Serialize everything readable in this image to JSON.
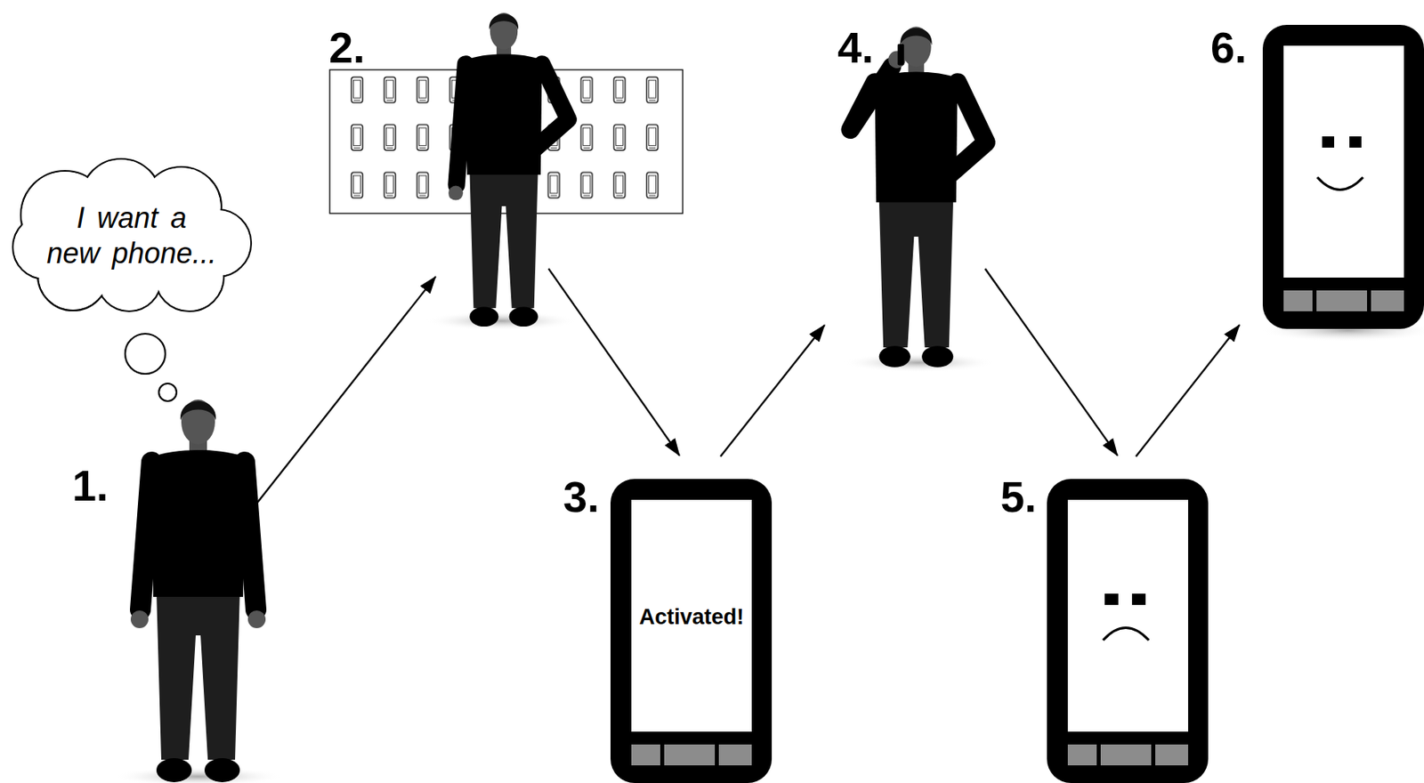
{
  "diagram": {
    "nodes": [
      {
        "text": [
          "1."
        ]
      },
      {
        "text": [
          "I want a new phone..."
        ]
      },
      {
        "text": [
          "2."
        ]
      },
      {
        "text": [
          "3.",
          "Activated!"
        ]
      },
      {
        "text": [
          "4."
        ]
      },
      {
        "text": [
          "5."
        ]
      },
      {
        "text": [
          "6."
        ]
      }
    ],
    "edges": [
      {
        "from": 0,
        "to": 2,
        "arrow": "to"
      },
      {
        "from": 2,
        "to": 3,
        "arrow": "to"
      },
      {
        "from": 3,
        "to": 4,
        "arrow": "to"
      },
      {
        "from": 4,
        "to": 5,
        "arrow": "to"
      },
      {
        "from": 5,
        "to": 6,
        "arrow": "to"
      }
    ]
  }
}
